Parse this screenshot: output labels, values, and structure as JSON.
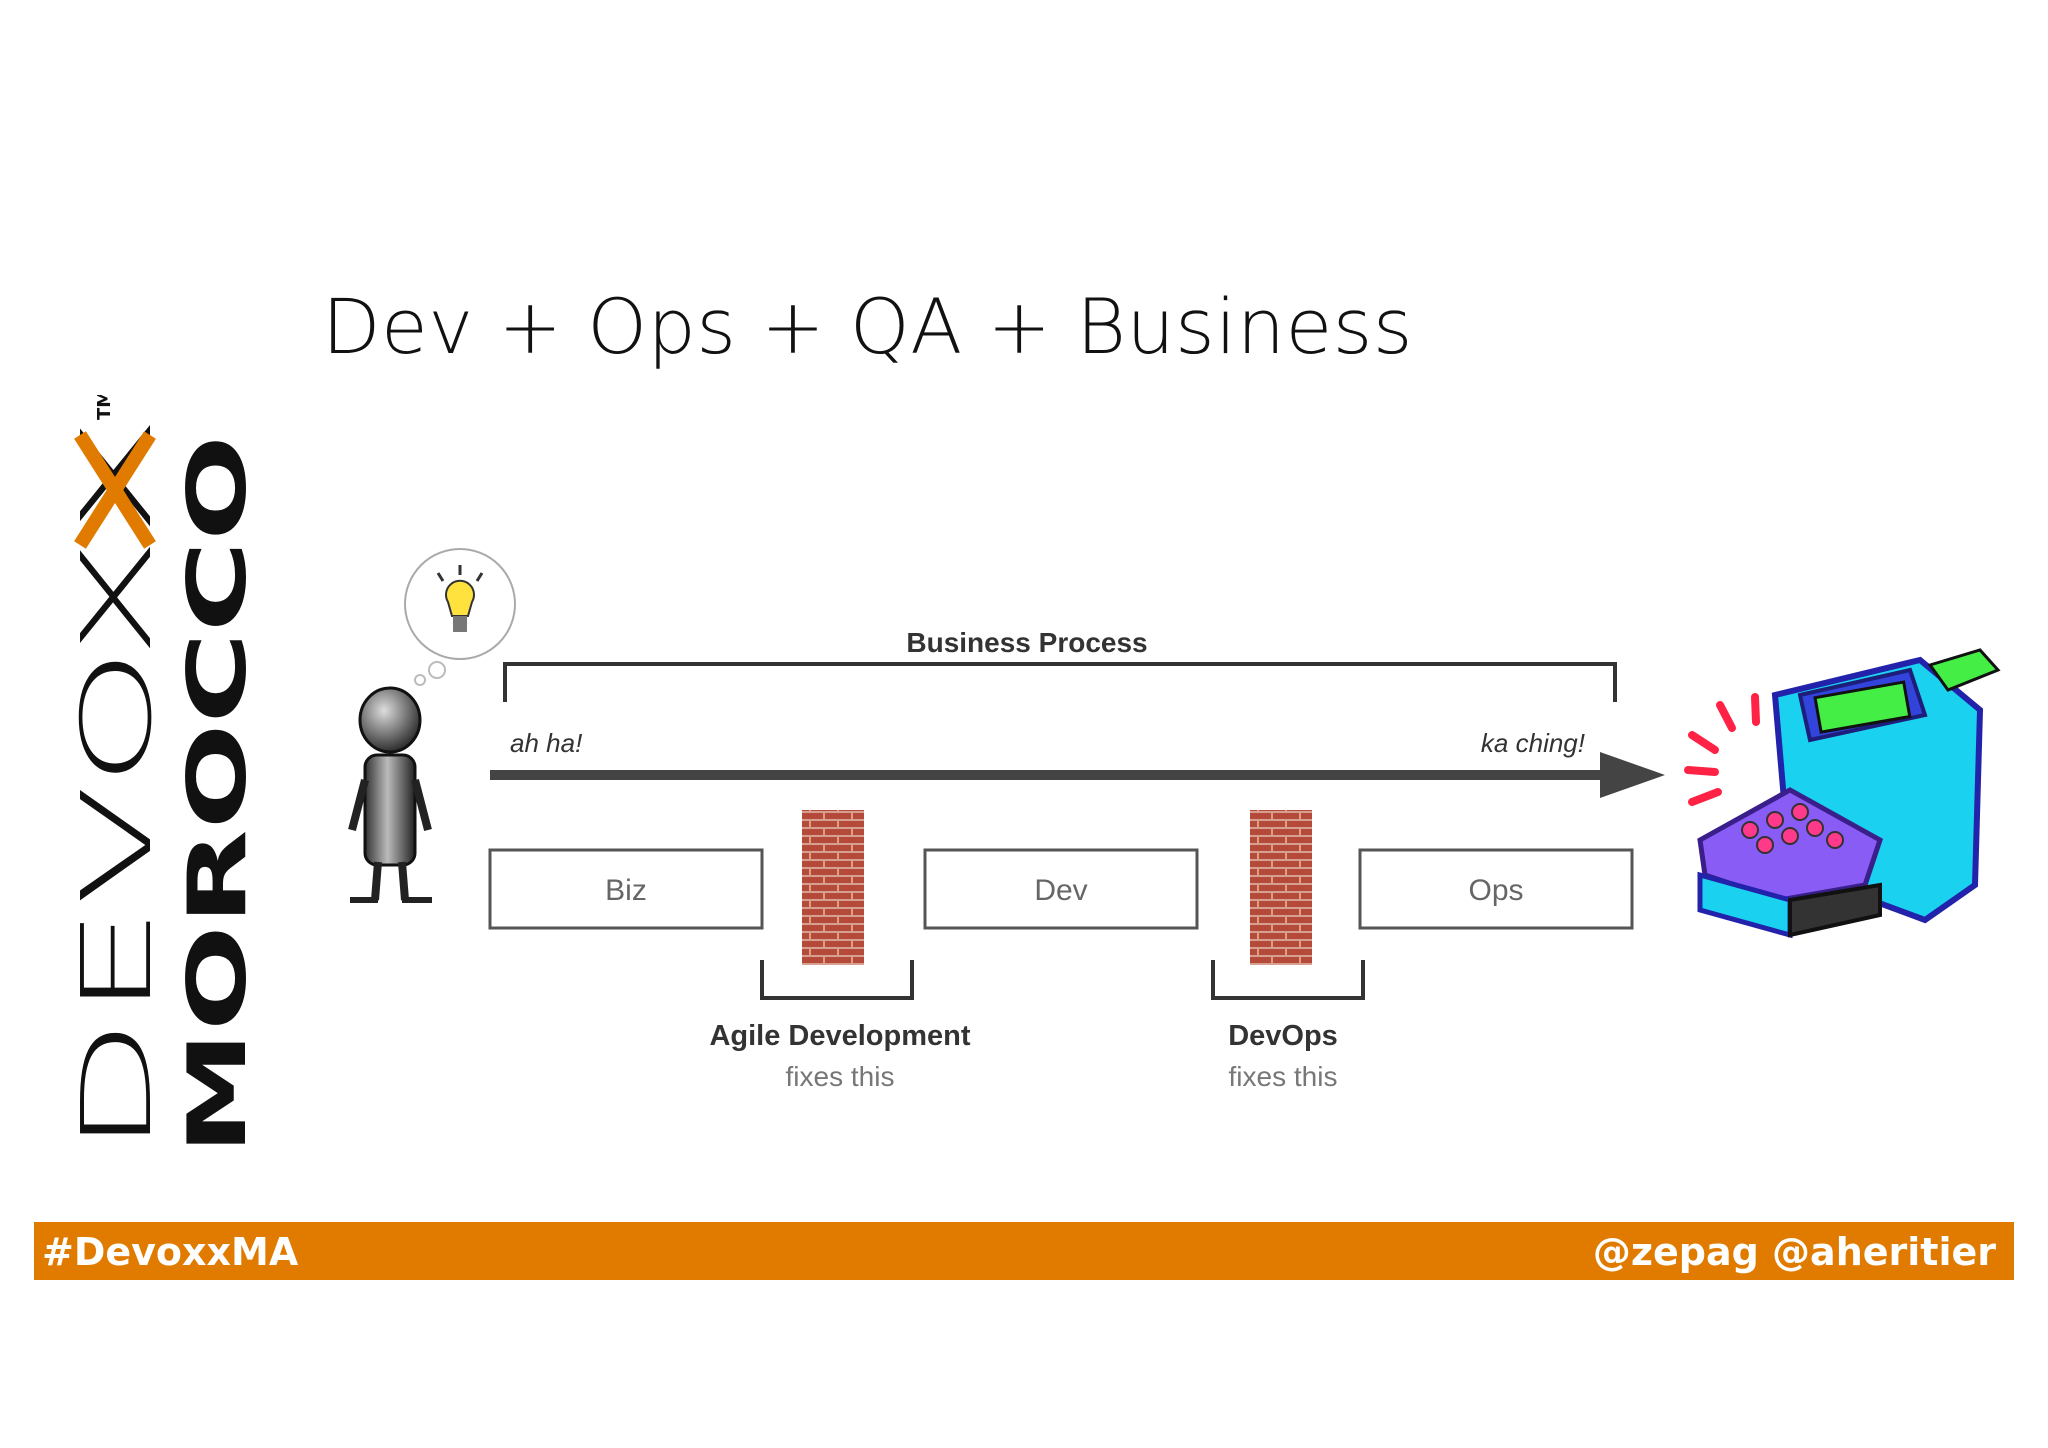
{
  "slide": {
    "title": "Dev + Ops + QA + Business"
  },
  "logo": {
    "word1": "DEVOXX",
    "word2": "MOROCCO",
    "trademark": "TM",
    "accent_color": "#e07b00"
  },
  "diagram": {
    "process_label": "Business Process",
    "start_label": "ah ha!",
    "end_label": "ka ching!",
    "stages": [
      "Biz",
      "Dev",
      "Ops"
    ],
    "fix1": {
      "title": "Agile Development",
      "subtitle": "fixes this"
    },
    "fix2": {
      "title": "DevOps",
      "subtitle": "fixes this"
    },
    "icons": [
      "person-icon",
      "lightbulb-icon",
      "brick-wall-icon",
      "cash-register-icon"
    ]
  },
  "footer": {
    "hashtag": "#DevoxxMA",
    "handles": "@zepag @aheritier",
    "color": "#e07b00"
  }
}
